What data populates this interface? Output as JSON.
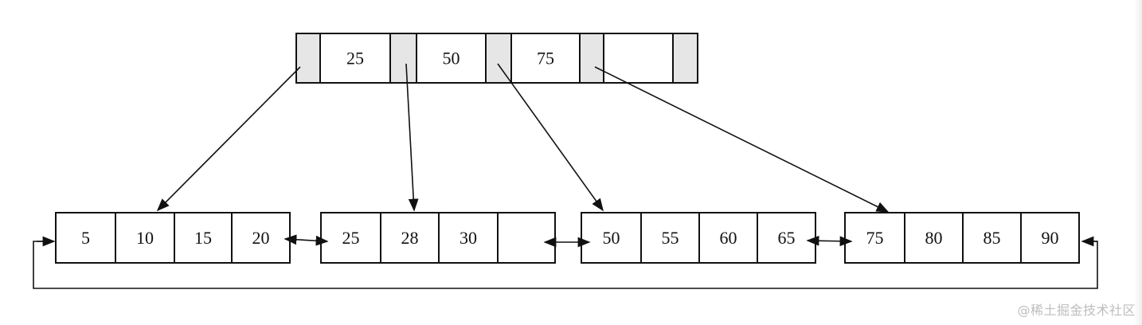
{
  "diagram": {
    "root": {
      "keys": [
        "25",
        "50",
        "75",
        ""
      ]
    },
    "leaves": [
      {
        "keys": [
          "5",
          "10",
          "15",
          "20"
        ]
      },
      {
        "keys": [
          "25",
          "28",
          "30",
          ""
        ]
      },
      {
        "keys": [
          "50",
          "55",
          "60",
          "65"
        ]
      },
      {
        "keys": [
          "75",
          "80",
          "85",
          "90"
        ]
      }
    ]
  },
  "colors": {
    "stroke": "#111111",
    "pointer_fill": "#e6e6e6",
    "key_fill": "#ffffff"
  },
  "watermark": {
    "text": "@稀土掘金技术社区"
  }
}
